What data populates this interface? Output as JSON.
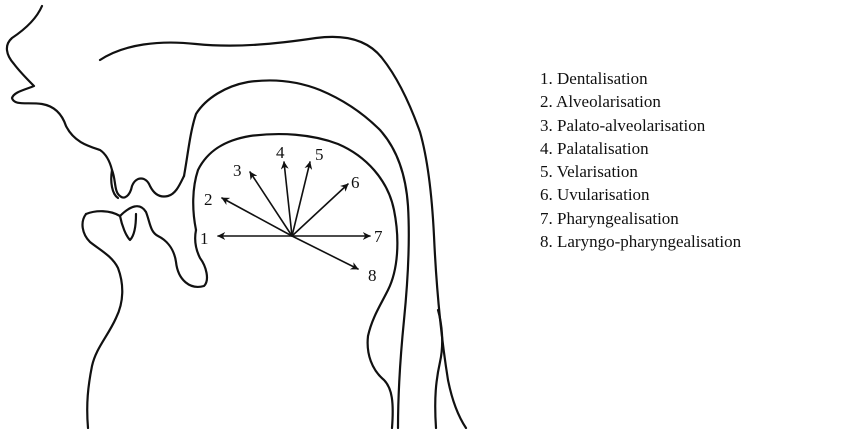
{
  "diagram": {
    "arrows": [
      {
        "num": "1",
        "name": "Dentalisation"
      },
      {
        "num": "2",
        "name": "Alveolarisation"
      },
      {
        "num": "3",
        "name": "Palato-alveolarisation"
      },
      {
        "num": "4",
        "name": "Palatalisation"
      },
      {
        "num": "5",
        "name": "Velarisation"
      },
      {
        "num": "6",
        "name": "Uvularisation"
      },
      {
        "num": "7",
        "name": "Pharyngealisation"
      },
      {
        "num": "8",
        "name": "Laryngo-pharyngealisation"
      }
    ]
  },
  "legend": {
    "items": [
      "1. Dentalisation",
      "2. Alveolarisation",
      "3. Palato-alveolarisation",
      "4. Palatalisation",
      "5. Velarisation",
      "6. Uvularisation",
      "7. Pharyngealisation",
      "8. Laryngo-pharyngealisation"
    ]
  },
  "colors": {
    "ink": "#111111",
    "background": "#ffffff"
  }
}
